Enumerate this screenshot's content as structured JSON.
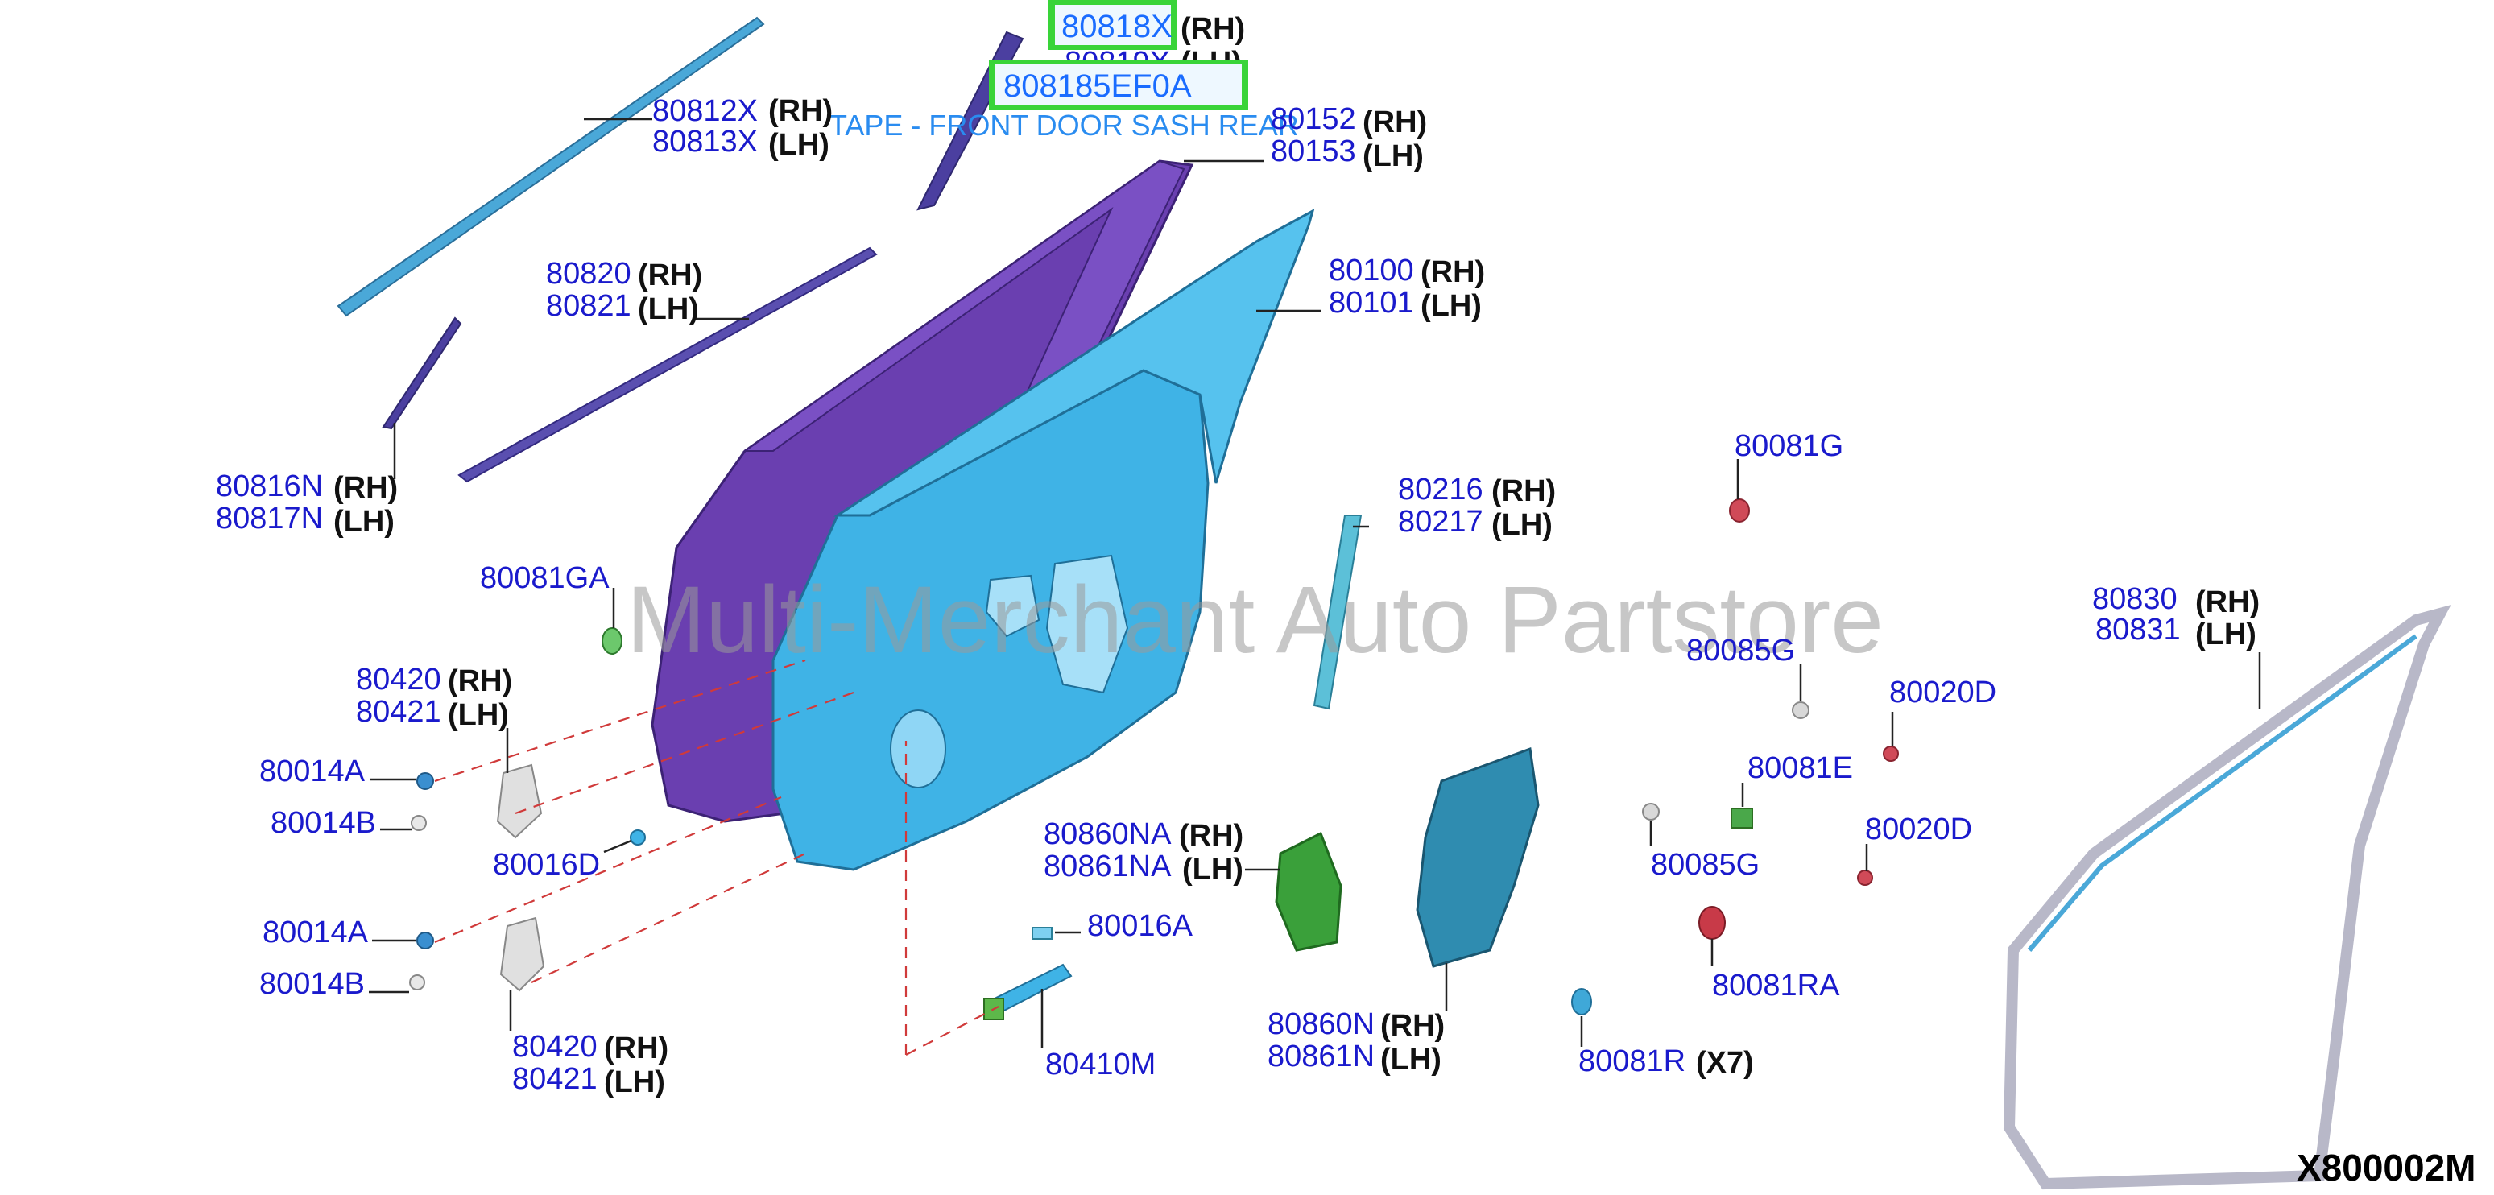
{
  "highlight": {
    "main": "80818X",
    "sub": "808185EF0A"
  },
  "caption": "TAPE - FRONT DOOR SASH REAR",
  "watermark": "Multi-Merchant Auto Partstore",
  "diagram_code": "X800002M",
  "labels": {
    "l80818": {
      "rh": "(RH)"
    },
    "l80819": {
      "pn": "80819X",
      "side": "(LH)"
    },
    "l80812": {
      "pn": "80812X",
      "side": "(RH)"
    },
    "l80813": {
      "pn": "80813X",
      "side": "(LH)"
    },
    "l80152": {
      "pn": "80152",
      "side": "(RH)"
    },
    "l80153": {
      "pn": "80153",
      "side": "(LH)"
    },
    "l80820": {
      "pn": "80820",
      "side": "(RH)"
    },
    "l80821": {
      "pn": "80821",
      "side": "(LH)"
    },
    "l80100": {
      "pn": "80100",
      "side": "(RH)"
    },
    "l80101": {
      "pn": "80101",
      "side": "(LH)"
    },
    "l80816": {
      "pn": "80816N",
      "side": "(RH)"
    },
    "l80817": {
      "pn": "80817N",
      "side": "(LH)"
    },
    "l80081G": {
      "pn": "80081G"
    },
    "l80216": {
      "pn": "80216",
      "side": "(RH)"
    },
    "l80217": {
      "pn": "80217",
      "side": "(LH)"
    },
    "l80081GA": {
      "pn": "80081GA"
    },
    "l80830": {
      "pn": "80830",
      "side": "(RH)"
    },
    "l80831": {
      "pn": "80831",
      "side": "(LH)"
    },
    "l80085G1": {
      "pn": "80085G"
    },
    "l80020D1": {
      "pn": "80020D"
    },
    "l80420a": {
      "pn": "80420",
      "side": "(RH)"
    },
    "l80421a": {
      "pn": "80421",
      "side": "(LH)"
    },
    "l80081E": {
      "pn": "80081E"
    },
    "l80014A1": {
      "pn": "80014A"
    },
    "l80014B1": {
      "pn": "80014B"
    },
    "l80860NA": {
      "pn": "80860NA",
      "side": "(RH)"
    },
    "l80861NA": {
      "pn": "80861NA",
      "side": "(LH)"
    },
    "l80020D2": {
      "pn": "80020D"
    },
    "l80016D": {
      "pn": "80016D"
    },
    "l80085G2": {
      "pn": "80085G"
    },
    "l80016A": {
      "pn": "80016A"
    },
    "l80014A2": {
      "pn": "80014A"
    },
    "l80014B2": {
      "pn": "80014B"
    },
    "l80081RA": {
      "pn": "80081RA"
    },
    "l80420b": {
      "pn": "80420",
      "side": "(RH)"
    },
    "l80421b": {
      "pn": "80421",
      "side": "(LH)"
    },
    "l80860N": {
      "pn": "80860N",
      "side": "(RH)"
    },
    "l80861N": {
      "pn": "80861N",
      "side": "(LH)"
    },
    "l80410M": {
      "pn": "80410M"
    },
    "l80081R": {
      "pn": "80081R",
      "side": "(X7)"
    }
  },
  "colors": {
    "door_inner": "#3fb3e6",
    "door_outer": "#6a3fb0",
    "accent_green": "#39d439",
    "part_number": "#1a1acc"
  }
}
